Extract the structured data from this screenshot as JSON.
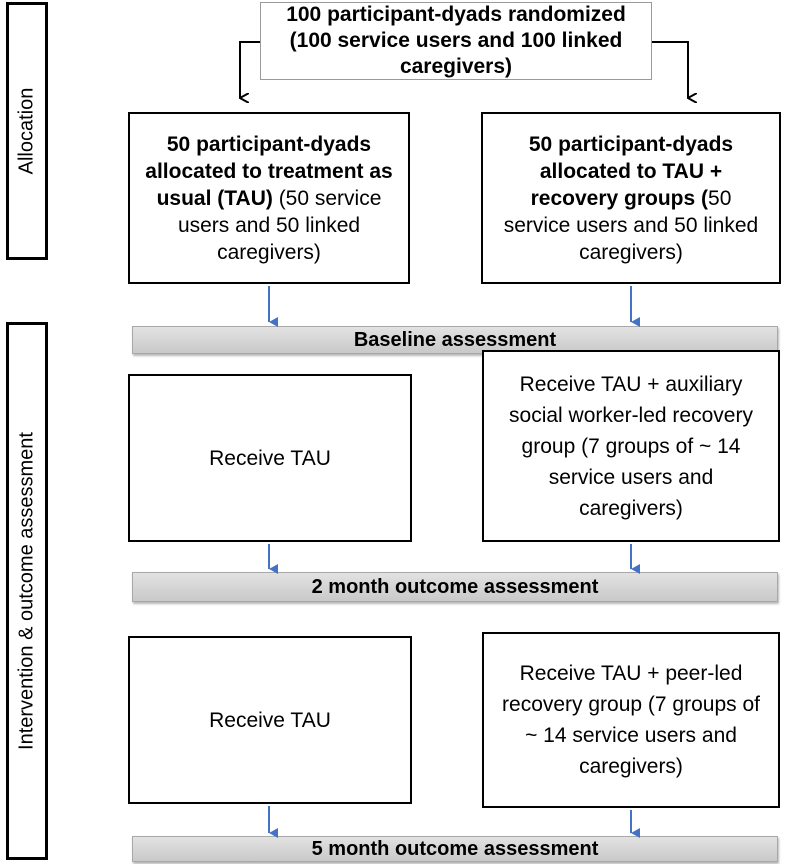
{
  "side_labels": {
    "allocation": "Allocation",
    "intervention": "Intervention & outcome assessment"
  },
  "randomization": {
    "line1": "100 participant-dyads randomized",
    "line2": "(100 service users and 100 linked caregivers)"
  },
  "allocation_left": {
    "bold": "50 participant-dyads allocated to treatment as usual (TAU)",
    "normal": " (50 service users and 50 linked caregivers)"
  },
  "allocation_right": {
    "bold": "50 participant-dyads allocated to TAU + recovery groups (",
    "normal": "50 service users and 50 linked caregivers)"
  },
  "bands": {
    "baseline": "Baseline assessment",
    "two_month": "2 month outcome assessment",
    "five_month": "5 month outcome assessment"
  },
  "phase1": {
    "left": "Receive TAU",
    "right": "Receive TAU + auxiliary social worker-led recovery group (7 groups of ~ 14 service users and caregivers)"
  },
  "phase2": {
    "left": "Receive TAU",
    "right": "Receive TAU + peer-led recovery group (7 groups of ~ 14 service users and caregivers)"
  },
  "colors": {
    "arrow_blue": "#4472C4",
    "band_gray": "#d4d4d4"
  }
}
